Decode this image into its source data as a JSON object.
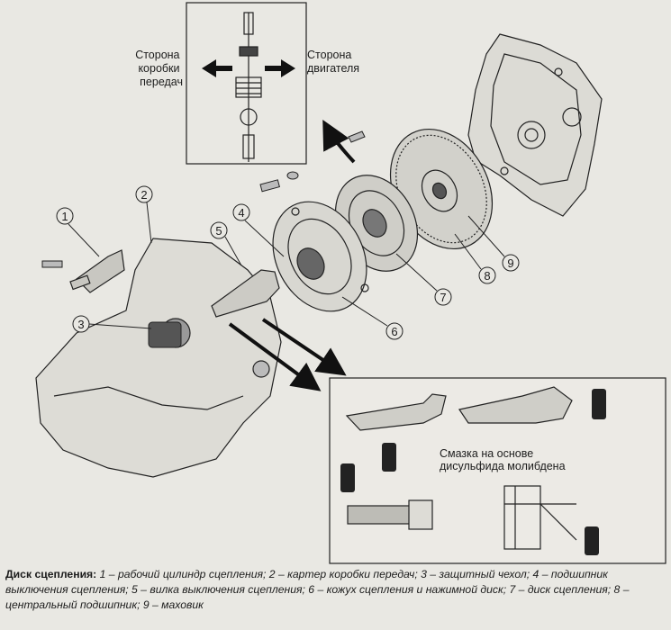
{
  "inset_top": {
    "label_left": [
      "Сторона",
      "коробки",
      "передач"
    ],
    "label_right": [
      "Сторона",
      "двигателя"
    ]
  },
  "inset_bottom": {
    "lubricant_label": [
      "Смазка на основе",
      "дисульфида молибдена"
    ]
  },
  "callouts": [
    "1",
    "2",
    "3",
    "4",
    "5",
    "6",
    "7",
    "8",
    "9"
  ],
  "caption": {
    "title": "Диск сцепления:",
    "body": " 1 – рабочий цилиндр сцепления; 2 – картер коробки передач; 3 – защитный чехол; 4 – подшипник выключения сцепления; 5 – вилка выключения сцепления; 6 – кожух сцепления и нажимной диск; 7 – диск сцепления; 8 – центральный подшипник; 9 – маховик"
  }
}
